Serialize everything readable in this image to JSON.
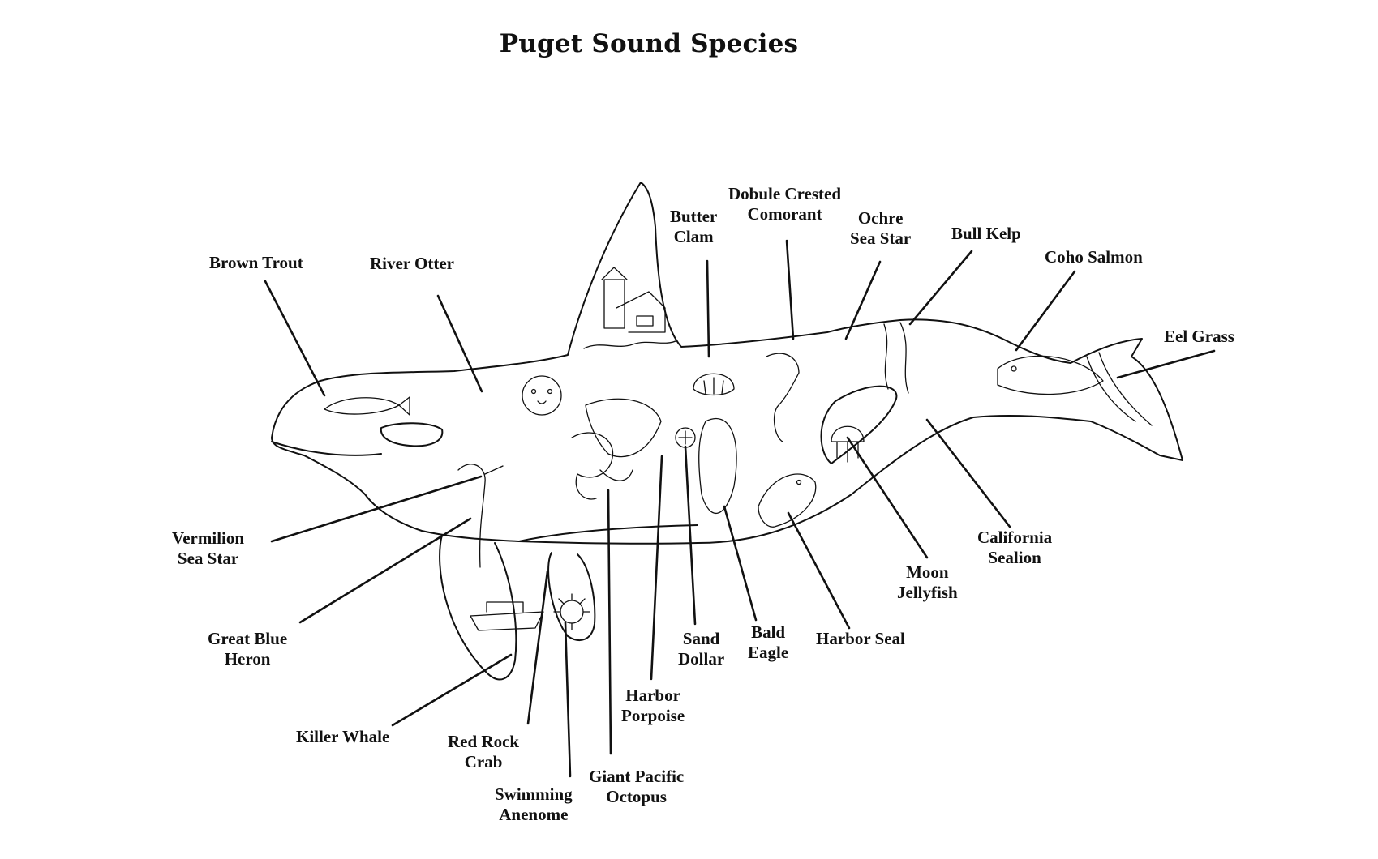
{
  "title": "Puget Sound Species",
  "colors": {
    "ink": "#111111",
    "background": "#ffffff"
  },
  "labels": {
    "brown_trout": [
      "Brown Trout"
    ],
    "river_otter": [
      "River Otter"
    ],
    "butter_clam": [
      "Butter",
      "Clam"
    ],
    "cormorant": [
      "Dobule Crested",
      "Comorant"
    ],
    "ochre_sea_star": [
      "Ochre",
      "Sea Star"
    ],
    "bull_kelp": [
      "Bull Kelp"
    ],
    "coho_salmon": [
      "Coho Salmon"
    ],
    "eel_grass": [
      "Eel Grass"
    ],
    "vermilion_sea_star": [
      "Vermilion",
      "Sea Star"
    ],
    "great_blue_heron": [
      "Great Blue",
      "Heron"
    ],
    "killer_whale": [
      "Killer Whale"
    ],
    "red_rock_crab": [
      "Red Rock",
      "Crab"
    ],
    "swimming_anenome": [
      "Swimming",
      "Anenome"
    ],
    "giant_pacific_octopus": [
      "Giant Pacific",
      "Octopus"
    ],
    "harbor_porpoise": [
      "Harbor",
      "Porpoise"
    ],
    "sand_dollar": [
      "Sand",
      "Dollar"
    ],
    "bald_eagle": [
      "Bald",
      "Eagle"
    ],
    "harbor_seal": [
      "Harbor Seal"
    ],
    "moon_jellyfish": [
      "Moon",
      "Jellyfish"
    ],
    "california_sealion": [
      "California",
      "Sealion"
    ]
  }
}
